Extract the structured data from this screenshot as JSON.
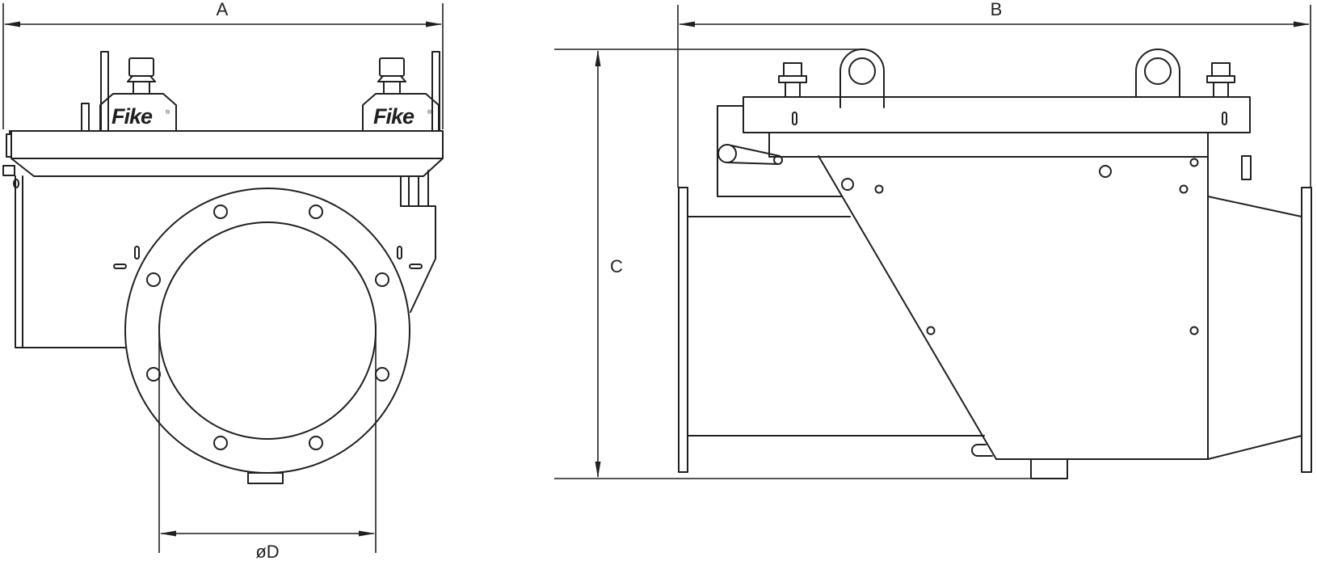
{
  "drawing": {
    "brand_logo": "Fike",
    "brand_logo_mark": "®",
    "dimensions": {
      "width_label": "A",
      "length_label": "B",
      "height_label": "C",
      "diameter_label": "øD"
    },
    "line_color": "#231f20",
    "background": "#ffffff"
  }
}
